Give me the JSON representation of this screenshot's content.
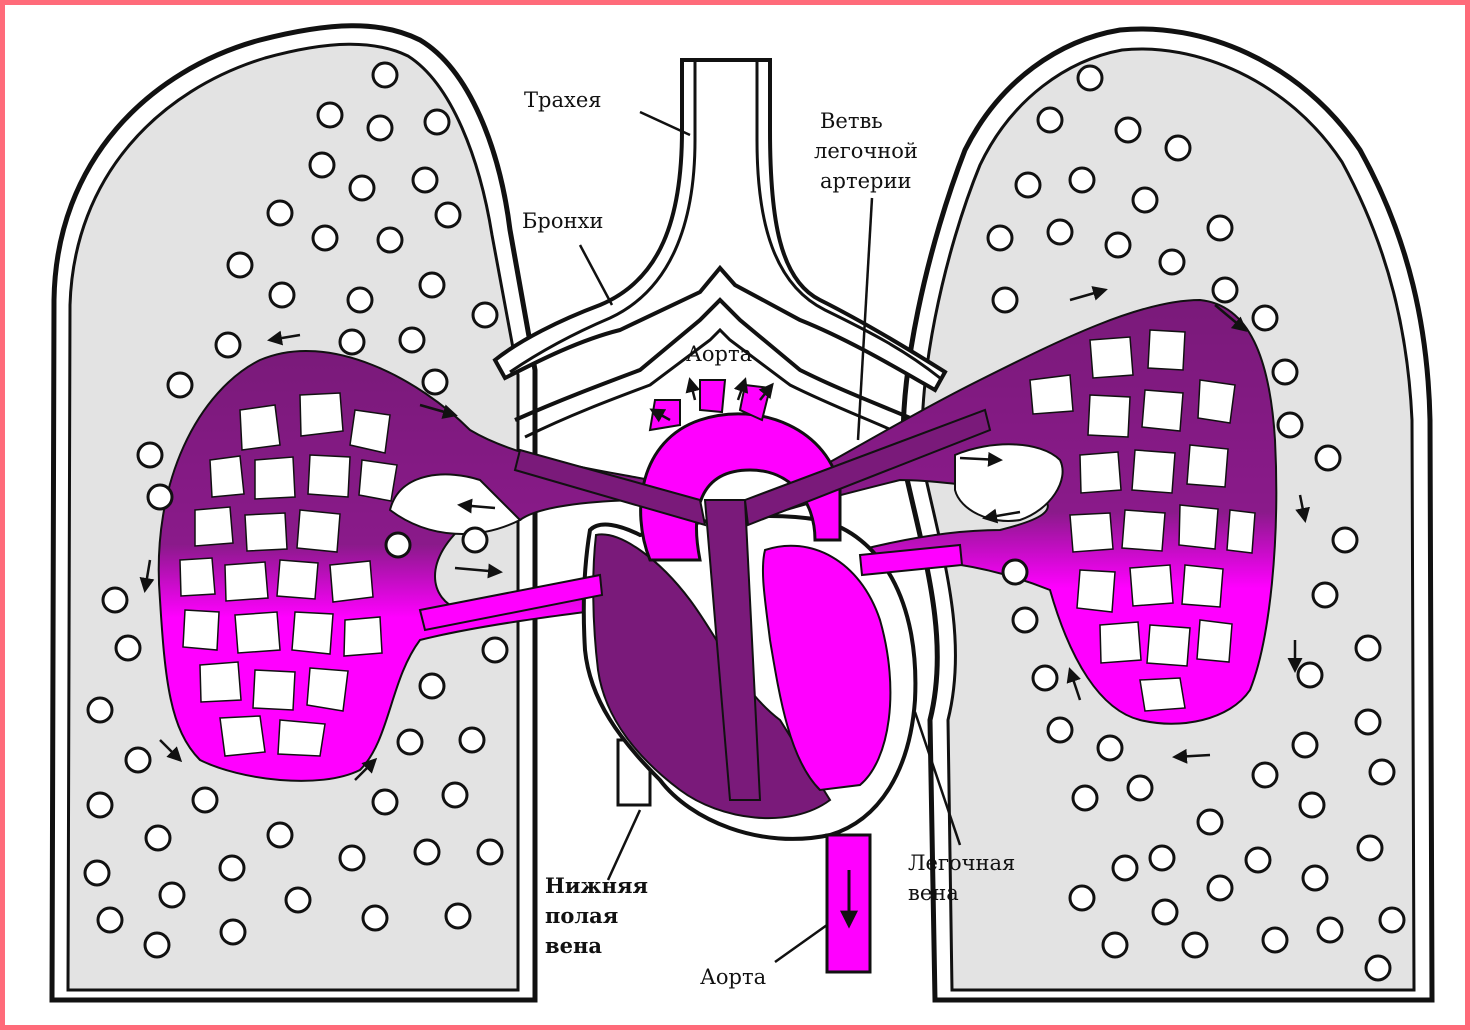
{
  "labels": {
    "trachea": "Трахея",
    "bronchi": "Бронхи",
    "aorta_top": "Аорта",
    "pulm_artery_1": "Ветвь",
    "pulm_artery_2": "легочной",
    "pulm_artery_3": "артерии",
    "ivc_1": "Нижняя",
    "ivc_2": "полая",
    "ivc_3": "вена",
    "pulm_vein_1": "Легочная",
    "pulm_vein_2": "вена",
    "aorta_bottom": "Аорта"
  },
  "colors": {
    "frame": "#ff6b7a",
    "lung_fill": "#e3e3e3",
    "arterial": "#ff00ff",
    "venous": "#7a1a7a",
    "outline": "#111111"
  }
}
